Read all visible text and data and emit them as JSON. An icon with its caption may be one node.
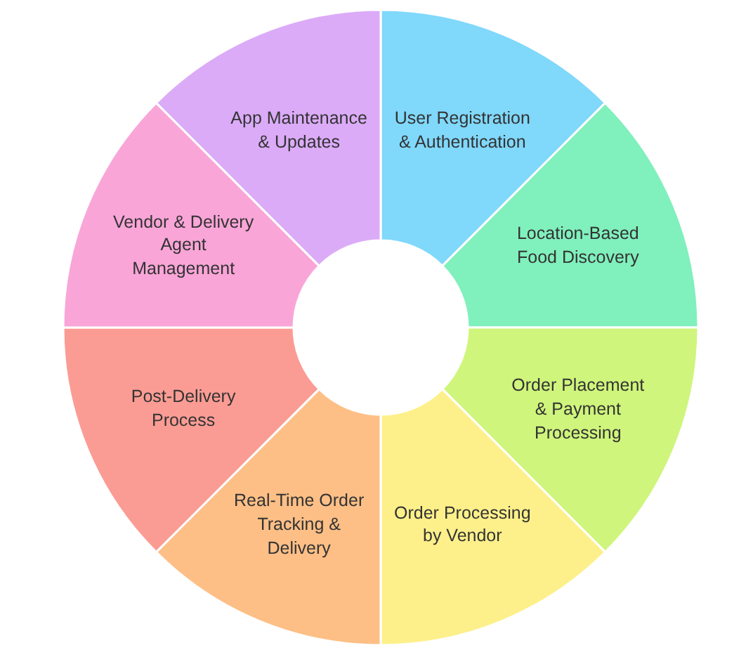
{
  "diagram": {
    "nodes": [
      {
        "text": [
          "User Registration & Authentication"
        ]
      },
      {
        "text": [
          "Location-Based Food Discovery"
        ]
      },
      {
        "text": [
          "Order Placement & Payment Processing"
        ]
      },
      {
        "text": [
          "Order Processing by Vendor"
        ]
      },
      {
        "text": [
          "Real-Time Order Tracking & Delivery"
        ]
      },
      {
        "text": [
          "Post-Delivery Process"
        ]
      },
      {
        "text": [
          "Vendor & Delivery Agent Management"
        ]
      },
      {
        "text": [
          "App Maintenance & Updates"
        ]
      }
    ]
  }
}
